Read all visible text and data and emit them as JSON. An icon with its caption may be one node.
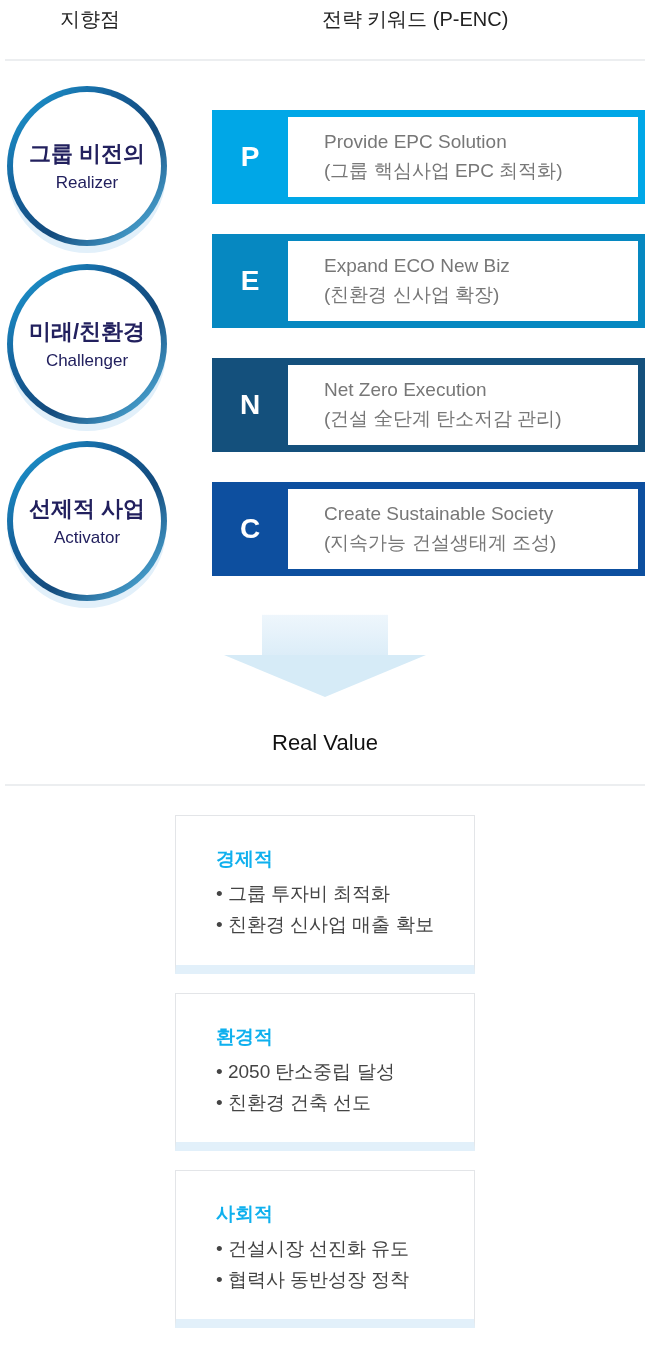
{
  "diagram": {
    "nodes": [
      {
        "text": [
          "그룹 비전의",
          "Realizer"
        ]
      },
      {
        "text": [
          "미래/친환경",
          "Challenger"
        ]
      },
      {
        "text": [
          "선제적 사업",
          "Activator"
        ]
      },
      {
        "text": [
          "P",
          "Provide EPC Solution",
          "(그룹 핵심사업 EPC 최적화)"
        ]
      },
      {
        "text": [
          "E",
          "Expand ECO New Biz",
          "(친환경 신사업 확장)"
        ]
      },
      {
        "text": [
          "N",
          "Net Zero Execution",
          "(건설 全단계 탄소저감 관리)"
        ]
      },
      {
        "text": [
          "C",
          "Create Sustainable Society",
          "(지속가능 건설생태계 조성)"
        ]
      },
      {
        "text": [
          "Real Value"
        ]
      },
      {
        "text": [
          "경제적",
          "• 그룹 투자비 최적화",
          "• 친환경 신사업 매출 확보"
        ]
      },
      {
        "text": [
          "환경적",
          "• 2050 탄소중립 달성",
          "• 친환경 건축 선도"
        ]
      },
      {
        "text": [
          "사회적",
          "• 건설시장 선진화 유도",
          "• 협력사 동반성장 정착"
        ]
      }
    ],
    "edges": [
      {
        "from": 6,
        "to": 7,
        "arrow": "to"
      }
    ],
    "labels": [
      "지향점",
      "전략 키워드 (P-ENC)"
    ]
  }
}
